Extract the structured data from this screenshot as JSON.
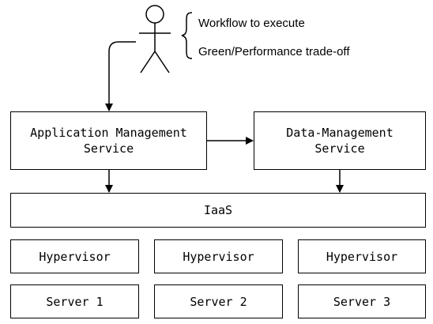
{
  "annotations": {
    "line1": "Workflow to execute",
    "line2": "Green/Performance trade-off"
  },
  "services": {
    "app_mgmt": {
      "line1": "Application Management",
      "line2": "Service"
    },
    "data_mgmt": {
      "line1": "Data-Management",
      "line2": "Service"
    }
  },
  "iaas": "IaaS",
  "hypervisors": [
    "Hypervisor",
    "Hypervisor",
    "Hypervisor"
  ],
  "servers": [
    "Server 1",
    "Server 2",
    "Server 3"
  ]
}
